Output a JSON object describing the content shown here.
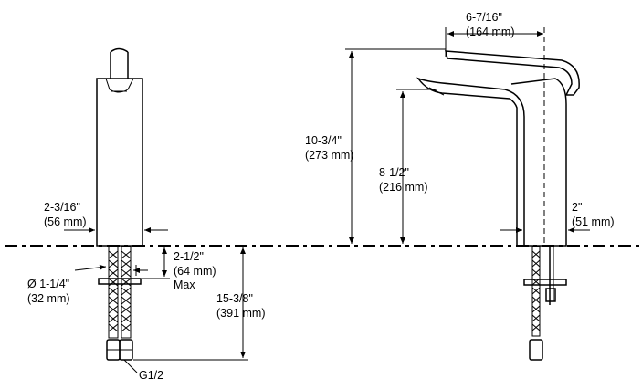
{
  "diagram": {
    "left_view": {
      "body_width": {
        "imperial": "2-3/16\"",
        "metric": "(56 mm)"
      },
      "hole_diameter": {
        "imperial": "Ø 1-1/4\"",
        "metric": "(32 mm)"
      },
      "deck_thickness": {
        "imperial": "2-1/2\"",
        "metric": "(64 mm)",
        "note": "Max"
      },
      "supply_length": {
        "imperial": "15-3/8\"",
        "metric": "(391 mm)"
      },
      "connection": "G1/2"
    },
    "right_view": {
      "reach": {
        "imperial": "6-7/16\"",
        "metric": "(164 mm)"
      },
      "overall_height": {
        "imperial": "10-3/4\"",
        "metric": "(273 mm)"
      },
      "spout_height": {
        "imperial": "8-1/2\"",
        "metric": "(216 mm)"
      },
      "base_width": {
        "imperial": "2\"",
        "metric": "(51 mm)"
      }
    }
  }
}
